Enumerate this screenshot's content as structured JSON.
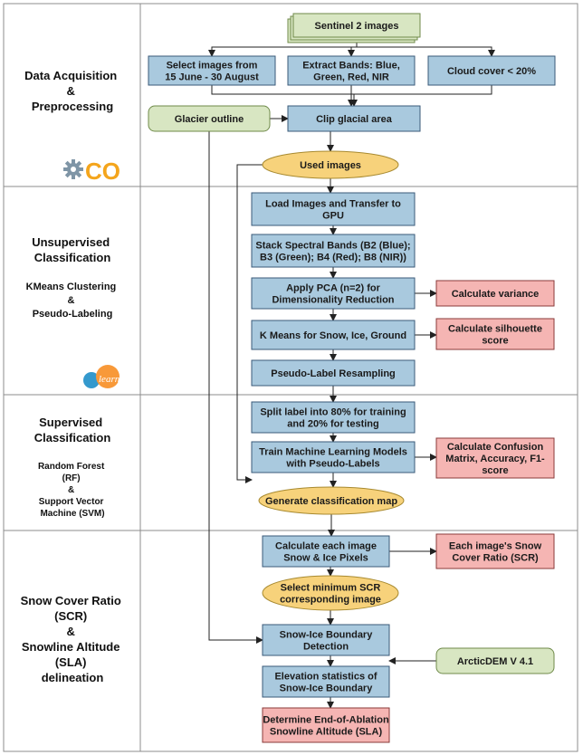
{
  "colors": {
    "blue_box": "#a9c9de",
    "green_box": "#d8e6c2",
    "red_box": "#f5b5b3",
    "yellow_ellipse": "#f7d27b",
    "section_border": "#8c8c8c"
  },
  "sections": {
    "data_acquisition": [
      "Data Acquisition",
      "&",
      "Preprocessing"
    ],
    "unsupervised": [
      "Unsupervised",
      "Classification"
    ],
    "unsupervised_sub": [
      "KMeans Clustering",
      "&",
      "Pseudo-Labeling"
    ],
    "supervised": [
      "Supervised",
      "Classification"
    ],
    "supervised_sub": [
      "Random Forest",
      "(RF)",
      "&",
      "Support Vector",
      "Machine (SVM)"
    ],
    "scr_sla": [
      "Snow Cover Ratio",
      "(SCR)",
      "&",
      "Snowline Altitude",
      "(SLA)",
      "delineation"
    ]
  },
  "logos": {
    "colab": "CO",
    "sklearn": "learn"
  },
  "nodes": {
    "sentinel": [
      "Sentinel 2 images"
    ],
    "select_dates": [
      "Select images from",
      "15 June - 30 August"
    ],
    "extract_bands": [
      "Extract Bands: Blue,",
      "Green, Red, NIR"
    ],
    "cloud_cover": [
      "Cloud cover < 20%"
    ],
    "glacier_outline": [
      "Glacier outline"
    ],
    "clip": [
      "Clip glacial area"
    ],
    "used_images": [
      "Used images"
    ],
    "load_gpu": [
      "Load Images and Transfer to",
      "GPU"
    ],
    "stack_bands": [
      "Stack Spectral Bands (B2 (Blue);",
      "B3 (Green); B4 (Red); B8 (NIR))"
    ],
    "pca": [
      "Apply PCA (n=2) for",
      "Dimensionality Reduction"
    ],
    "calc_variance": [
      "Calculate variance"
    ],
    "kmeans": [
      "K Means for Snow, Ice, Ground"
    ],
    "silhouette": [
      "Calculate silhouette",
      "score"
    ],
    "resampling": [
      "Pseudo-Label Resampling"
    ],
    "split": [
      "Split label into 80% for training",
      "and 20% for testing"
    ],
    "train": [
      "Train Machine Learning Models",
      "with Pseudo-Labels"
    ],
    "confusion": [
      "Calculate Confusion",
      "Matrix, Accuracy, F1-",
      "score"
    ],
    "classmap": [
      "Generate classification map"
    ],
    "calc_pixels": [
      "Calculate each image",
      "Snow & Ice Pixels"
    ],
    "scr_ratio": [
      "Each image's Snow",
      "Cover Ratio (SCR)"
    ],
    "min_scr": [
      "Select minimum SCR",
      "corresponding image"
    ],
    "boundary": [
      "Snow-Ice Boundary",
      "Detection"
    ],
    "arcticdem": [
      "ArcticDEM V 4.1"
    ],
    "elevation": [
      "Elevation statistics of",
      "Snow-Ice Boundary"
    ],
    "determine_sla": [
      "Determine End-of-Ablation",
      "Snowline Altitude (SLA)"
    ]
  }
}
